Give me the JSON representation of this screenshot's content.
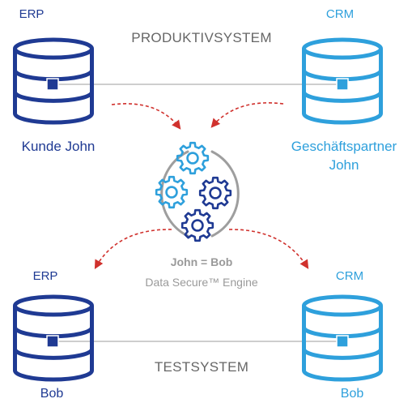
{
  "colors": {
    "erp": "#1f3a93",
    "crm": "#2ea0dc",
    "connector": "#bdbdbd",
    "dashed_arrow": "#d0312d",
    "ring": "#9e9e9e",
    "text_grey": "#666666",
    "text_light": "#9a9a9a"
  },
  "top": {
    "title": "PRODUKTIVSYSTEM",
    "erp": {
      "system": "ERP",
      "record": "Kunde John"
    },
    "crm": {
      "system": "CRM",
      "record_line1": "Geschäftspartner",
      "record_line2": "John"
    }
  },
  "engine": {
    "mapping": "John = Bob",
    "name": "Data Secure™ Engine",
    "icon": "gears-icon"
  },
  "bottom": {
    "title": "TESTSYSTEM",
    "erp": {
      "system": "ERP",
      "record": "Bob"
    },
    "crm": {
      "system": "CRM",
      "record": "Bob"
    }
  }
}
